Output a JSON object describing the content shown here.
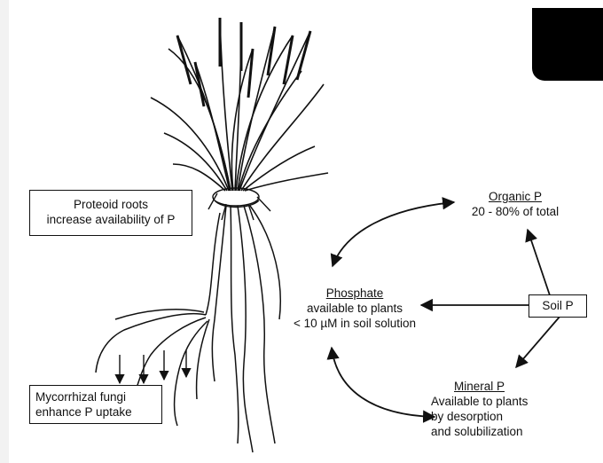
{
  "proteoid_box": {
    "line1": "Proteoid roots",
    "line2": "increase availability of P"
  },
  "mycorrhizal_box": {
    "line1": "Mycorrhizal fungi",
    "line2": "enhance P uptake"
  },
  "organic_p": {
    "title": "Organic P",
    "detail": "20 - 80%  of total"
  },
  "phosphate": {
    "title": "Phosphate",
    "line1": "available to plants",
    "line2": "< 10 µM in soil solution"
  },
  "soil_p": {
    "label": "Soil P"
  },
  "mineral_p": {
    "title": "Mineral P",
    "line1": "Available to plants",
    "line2": "by desorption",
    "line3": "and solubilization"
  },
  "colors": {
    "ink": "#111111",
    "background": "#ffffff",
    "margin": "#f2f2f2",
    "corner_block": "#000000"
  }
}
